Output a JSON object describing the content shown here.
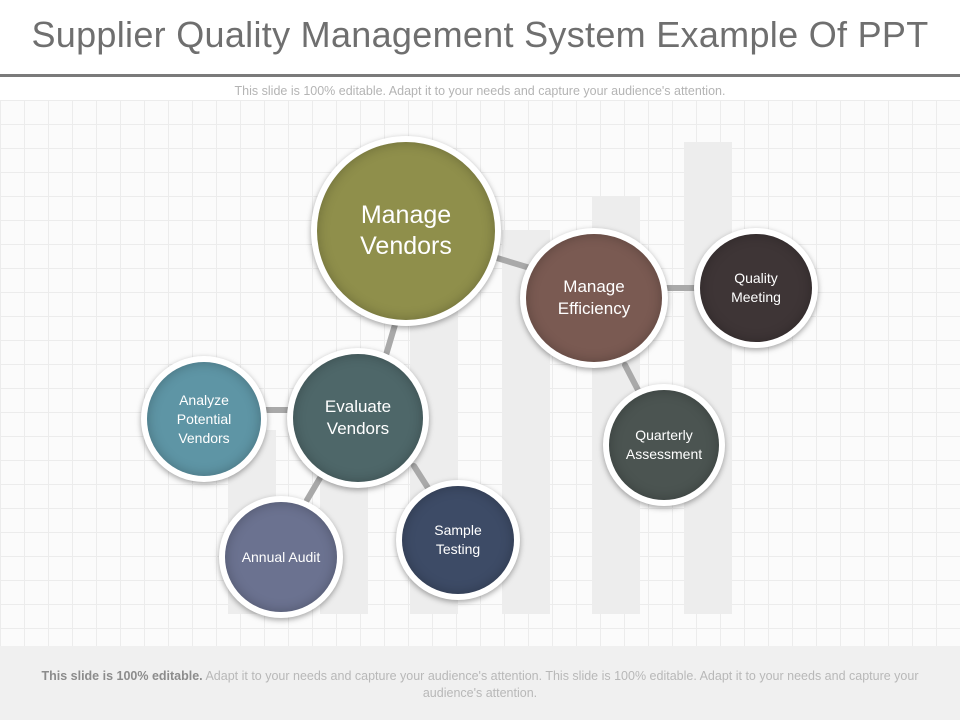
{
  "slide": {
    "title": "Supplier Quality Management System Example Of PPT",
    "subtitle": "This slide is 100% editable. Adapt it to your needs and capture your audience's attention."
  },
  "nodes": {
    "manage_vendors": {
      "label": "Manage Vendors",
      "color": "#8f8f4b"
    },
    "manage_efficiency": {
      "label": "Manage Efficiency",
      "color": "#7a5a52"
    },
    "quality_meeting": {
      "label": "Quality Meeting",
      "color": "#3e3536"
    },
    "quarterly_assessment": {
      "label": "Quarterly Assessment",
      "color": "#4b5451"
    },
    "evaluate_vendors": {
      "label": "Evaluate Vendors",
      "color": "#4e6769"
    },
    "analyze_potential_vendors": {
      "label": "Analyze Potential Vendors",
      "color": "#5e95a5"
    },
    "annual_audit": {
      "label": "Annual Audit",
      "color": "#6b7290"
    },
    "sample_testing": {
      "label": "Sample Testing",
      "color": "#3d4b66"
    }
  },
  "footer": {
    "bold": "This slide is 100% editable.",
    "text": " Adapt it to your needs and capture your audience's attention. This slide is 100% editable. Adapt it to your needs and capture your audience's attention."
  }
}
